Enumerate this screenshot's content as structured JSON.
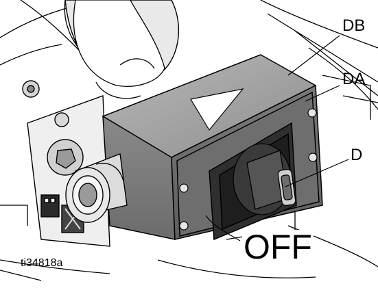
{
  "callouts": {
    "db": "DB",
    "da": "DA",
    "d": "D"
  },
  "switch_state_label": "OFF",
  "figure_id": "ti34818a",
  "icons": [
    "warning-triangle-icon",
    "rotary-knob-icon"
  ]
}
